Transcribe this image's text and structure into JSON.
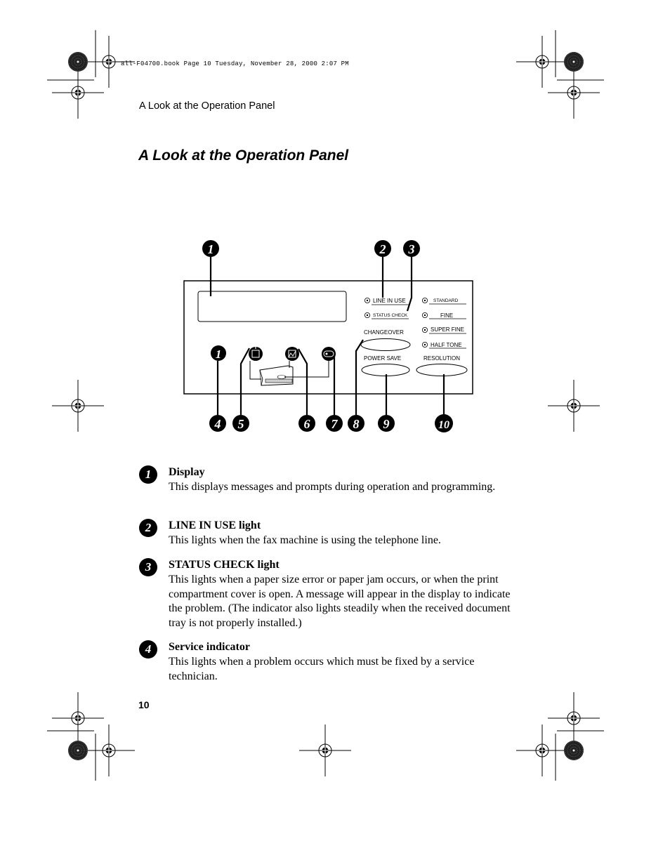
{
  "slug_line": "all-F04700.book  Page 10  Tuesday, November 28, 2000  2:07 PM",
  "running_header": "A Look at the Operation Panel",
  "title": "A Look at the Operation Panel",
  "panel": {
    "line_in_use": "LINE IN USE",
    "status_check": "STATUS CHECK",
    "changeover": "CHANGEOVER",
    "power_save": "POWER SAVE",
    "resolution": "RESOLUTION",
    "standard": "STANDARD",
    "fine": "FINE",
    "super_fine": "SUPER FINE",
    "half_tone": "HALF TONE"
  },
  "callouts": {
    "top": [
      "1",
      "2",
      "3"
    ],
    "inner": [
      "1"
    ],
    "bottom": [
      "4",
      "5",
      "6",
      "7",
      "8",
      "9",
      "10"
    ]
  },
  "items": [
    {
      "number": "1",
      "heading": "Display",
      "body": "This displays messages and prompts during operation and programming."
    },
    {
      "number": "2",
      "heading": "LINE IN USE light",
      "body": "This lights when the fax machine is using the telephone line."
    },
    {
      "number": "3",
      "heading": "STATUS CHECK light",
      "body": "This lights when a paper size error or paper jam occurs, or when the print compartment cover is open. A message will appear in the display to indicate the problem. (The indicator also lights steadily when the received document tray is not properly installed.)"
    },
    {
      "number": "4",
      "heading": "Service indicator",
      "body": "This lights when a problem occurs which must be fixed by a service technician."
    }
  ],
  "page_number": "10"
}
